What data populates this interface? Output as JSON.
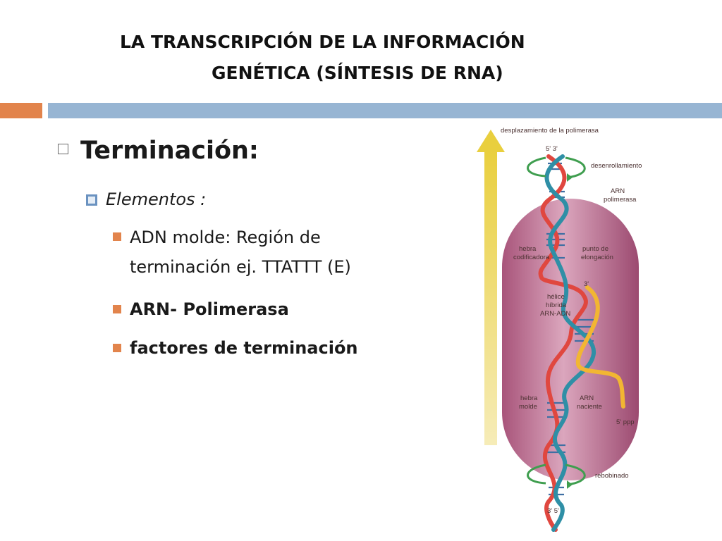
{
  "slide": {
    "title_line1": "LA TRANSCRIPCIÓN DE LA INFORMACIÓN",
    "title_line2": "GENÉTICA (SÍNTESIS DE RNA)"
  },
  "content": {
    "heading": "Terminación:",
    "subheading": "Elementos :",
    "bullets": [
      {
        "line1": "ADN molde: Región de",
        "line2": "terminación ej. TTATTT (E)"
      },
      {
        "line1": "ARN- Polimerasa"
      },
      {
        "line1": "factores de terminación"
      }
    ]
  },
  "diagram": {
    "labels": {
      "displacement": "desplazamiento de la polimerasa",
      "top_ends": "5'   3'",
      "unwinding": "desenrollamiento",
      "polymerase_1": "ARN",
      "polymerase_2": "polimerasa",
      "coding_1": "hebra",
      "coding_2": "codificadora",
      "elongation_1": "punto de",
      "elongation_2": "elongación",
      "three_prime": "3'",
      "hybrid_1": "hélice",
      "hybrid_2": "híbrida",
      "hybrid_3": "ARN-ADN",
      "template_1": "hebra",
      "template_2": "molde",
      "nascent_1": "ARN",
      "nascent_2": "naciente",
      "five_ppp": "5' ppp",
      "rewinding": "rebobinado",
      "bottom_ends": "3'   5'"
    },
    "colors": {
      "polymerase": "#c97a9a",
      "coding_strand": "#e0473f",
      "template_strand": "#2f8fa6",
      "rna": "#f2b632",
      "arrow": "#efd96a",
      "rungs": "#3f6fa3",
      "rotation_arrows": "#3f9e4f"
    }
  }
}
